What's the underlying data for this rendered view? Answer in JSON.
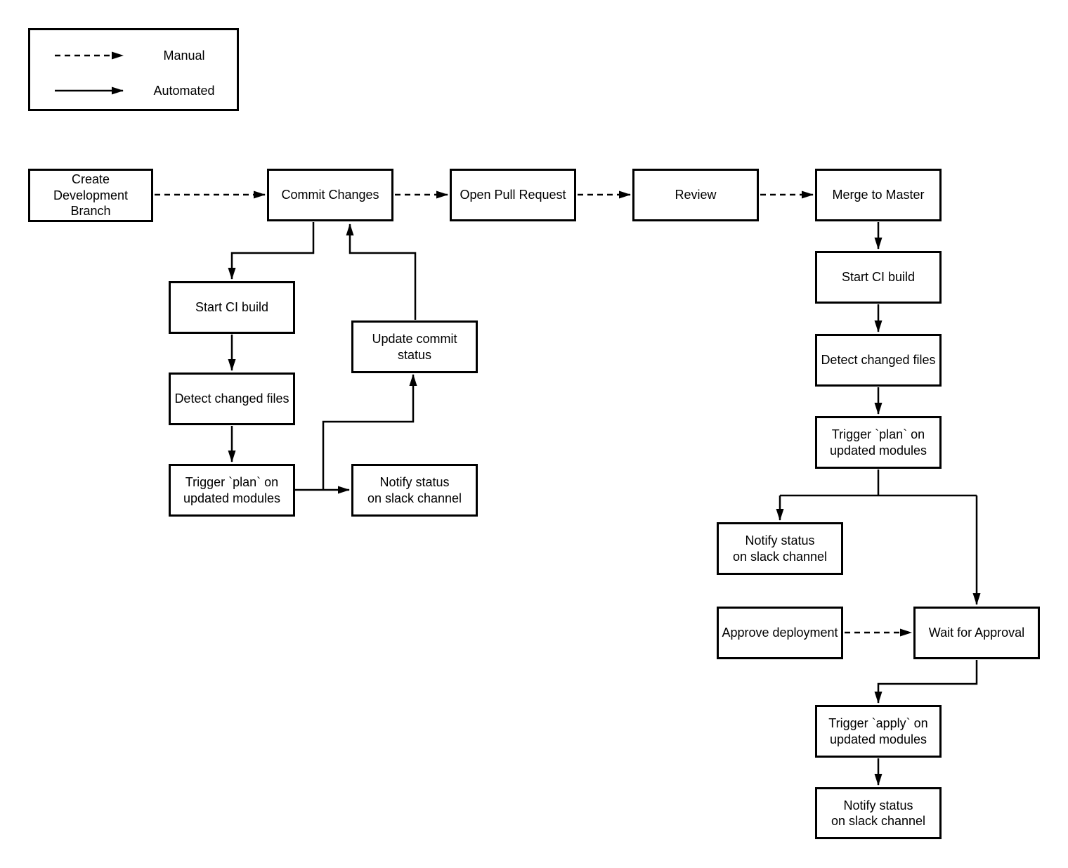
{
  "legend": {
    "items": [
      {
        "label": "Manual",
        "line_style": "dashed"
      },
      {
        "label": "Automated",
        "line_style": "solid"
      }
    ]
  },
  "nodes": {
    "create_dev_branch": {
      "label": "Create\nDevelopment Branch"
    },
    "commit_changes": {
      "label": "Commit Changes"
    },
    "open_pull_request": {
      "label": "Open Pull Request"
    },
    "review": {
      "label": "Review"
    },
    "merge_to_master": {
      "label": "Merge to Master"
    },
    "start_ci_build_feature": {
      "label": "Start CI build"
    },
    "detect_changed_files_feature": {
      "label": "Detect changed files"
    },
    "trigger_plan_feature": {
      "label": "Trigger `plan` on\nupdated modules"
    },
    "update_commit_status": {
      "label": "Update commit\nstatus"
    },
    "notify_status_feature": {
      "label": "Notify status\non slack channel"
    },
    "start_ci_build_master": {
      "label": "Start CI build"
    },
    "detect_changed_files_master": {
      "label": "Detect changed files"
    },
    "trigger_plan_master": {
      "label": "Trigger `plan` on\nupdated modules"
    },
    "notify_status_plan_master": {
      "label": "Notify status\non slack channel"
    },
    "approve_deployment": {
      "label": "Approve deployment"
    },
    "wait_for_approval": {
      "label": "Wait for Approval"
    },
    "trigger_apply_master": {
      "label": "Trigger `apply` on\nupdated modules"
    },
    "notify_status_apply_master": {
      "label": "Notify status\non slack channel"
    }
  },
  "colors": {
    "line": "#000000",
    "box_border": "#000000",
    "box_fill": "#ffffff",
    "text": "#000000",
    "background": "#ffffff"
  }
}
